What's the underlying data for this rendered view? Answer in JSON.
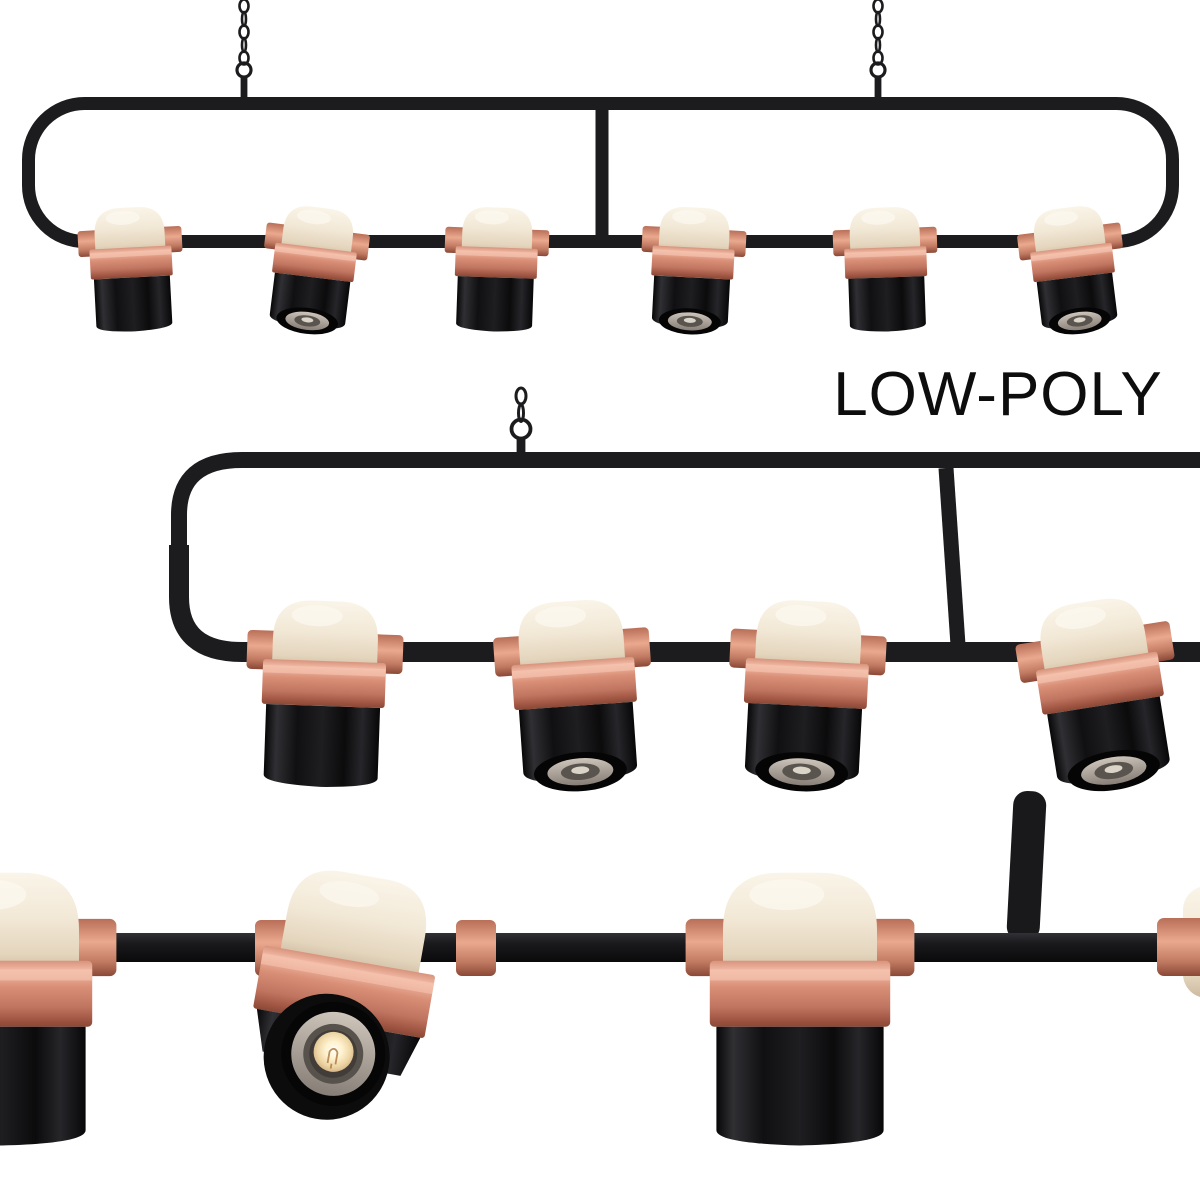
{
  "background": "#ffffff",
  "label": {
    "text": "LOW-POLY",
    "color": "#0d0d0d"
  },
  "product": {
    "kind": "linear pendant lamp render, three views",
    "views": [
      {
        "name": "full fixture front view",
        "spotlights": 6,
        "chains": 2
      },
      {
        "name": "zoomed section view",
        "spotlights": 4,
        "chains": 1
      },
      {
        "name": "close-up detail view",
        "spotlights": 4,
        "chains": 0
      }
    ]
  },
  "colors": {
    "frame": "#1c1c1e",
    "housing_black": "#111113",
    "copper": "#d98e76",
    "copper_highlight": "#f3c3ae",
    "copper_shadow": "#8a4836",
    "diffuser_cream": "#f2e8d6",
    "reflector_gray": "#a59d93",
    "bulb_glow": "#fff2cf"
  }
}
